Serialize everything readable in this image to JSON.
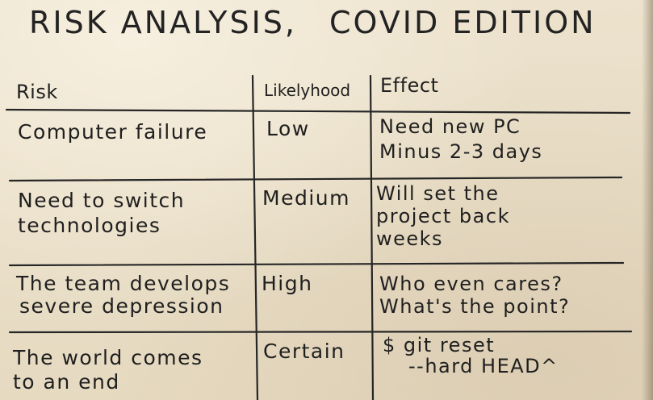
{
  "title": {
    "part1": "RISK ANALYSIS,",
    "part2": "COVID EDITION"
  },
  "table": {
    "headers": [
      "Risk",
      "Likelyhood",
      "Effect"
    ],
    "rows": [
      {
        "risk": [
          "Computer failure"
        ],
        "likelihood": "Low",
        "effect": [
          "Need new PC",
          "Minus 2-3 days"
        ]
      },
      {
        "risk": [
          "Need to switch",
          "technologies"
        ],
        "likelihood": "Medium",
        "effect": [
          "Will set the",
          "project back",
          "weeks"
        ]
      },
      {
        "risk": [
          "The team develops",
          "severe depression"
        ],
        "likelihood": "High",
        "effect": [
          "Who even cares?",
          "What's the point?"
        ]
      },
      {
        "risk": [
          "The world comes",
          "to an end"
        ],
        "likelihood": "Certain",
        "effect": [
          "$ git reset",
          "--hard HEAD^"
        ]
      }
    ]
  }
}
